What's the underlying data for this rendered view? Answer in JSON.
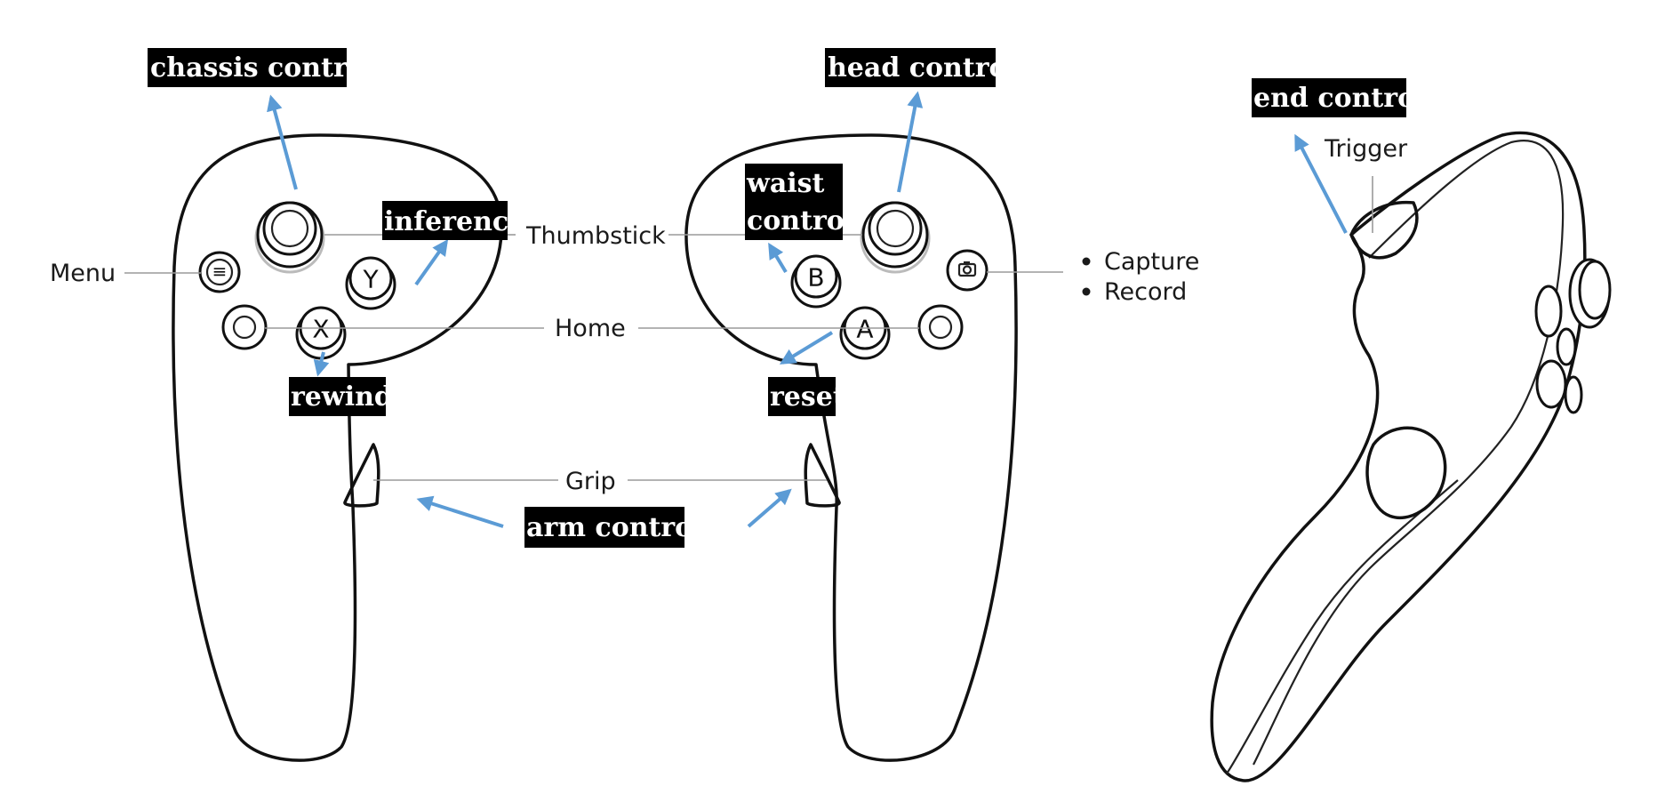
{
  "labels": {
    "menu": "Menu",
    "thumbstick": "Thumbstick",
    "home": "Home",
    "grip": "Grip",
    "trigger": "Trigger",
    "capture": "Capture",
    "record": "Record"
  },
  "tags": {
    "chassis_control": "chassis control",
    "inference": "inference",
    "rewind": "rewind",
    "head_control": "head control",
    "waist_control_line1": "waist",
    "waist_control_line2": "control",
    "reset": "reset",
    "arm_control": "arm control",
    "end_control": "end control"
  },
  "buttons": {
    "y": "Y",
    "x": "X",
    "b": "B",
    "a": "A",
    "menu_glyph": "≡"
  },
  "colors": {
    "arrow": "#5b9bd5",
    "tag_background": "#000000",
    "tag_text": "#ffffff",
    "outline": "#111111"
  }
}
